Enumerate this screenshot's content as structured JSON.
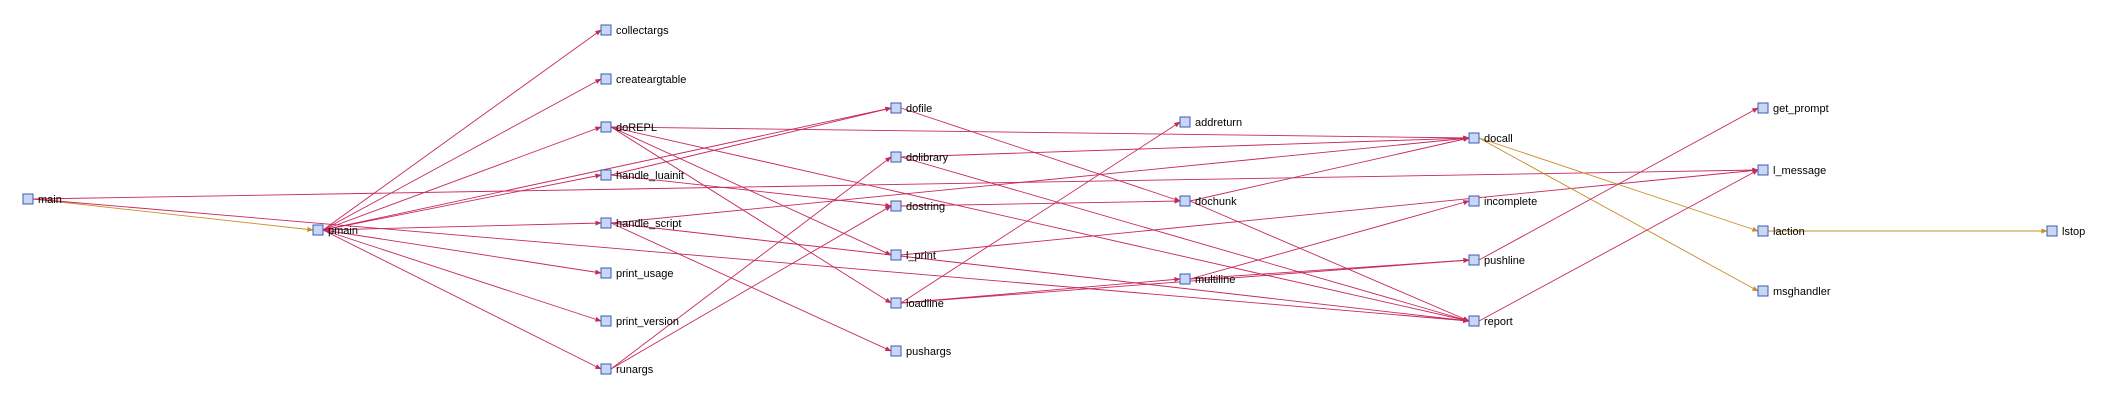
{
  "diagram": {
    "type": "call-graph",
    "colors": {
      "edge_default": "#c8285a",
      "edge_alt": "#c88c28",
      "node_fill": "#c8d8f4",
      "node_stroke": "#3c5ab4",
      "label": "#000000"
    },
    "nodes": [
      {
        "id": "main",
        "label": "main"
      },
      {
        "id": "pmain",
        "label": "pmain"
      },
      {
        "id": "collectargs",
        "label": "collectargs"
      },
      {
        "id": "createargtable",
        "label": "createargtable"
      },
      {
        "id": "doREPL",
        "label": "doREPL"
      },
      {
        "id": "handle_luainit",
        "label": "handle_luainit"
      },
      {
        "id": "handle_script",
        "label": "handle_script"
      },
      {
        "id": "print_usage",
        "label": "print_usage"
      },
      {
        "id": "print_version",
        "label": "print_version"
      },
      {
        "id": "runargs",
        "label": "runargs"
      },
      {
        "id": "dofile",
        "label": "dofile"
      },
      {
        "id": "dolibrary",
        "label": "dolibrary"
      },
      {
        "id": "dostring",
        "label": "dostring"
      },
      {
        "id": "l_print",
        "label": "l_print"
      },
      {
        "id": "loadline",
        "label": "loadline"
      },
      {
        "id": "pushargs",
        "label": "pushargs"
      },
      {
        "id": "addreturn",
        "label": "addreturn"
      },
      {
        "id": "dochunk",
        "label": "dochunk"
      },
      {
        "id": "multiline",
        "label": "multiline"
      },
      {
        "id": "docall",
        "label": "docall"
      },
      {
        "id": "incomplete",
        "label": "incomplete"
      },
      {
        "id": "pushline",
        "label": "pushline"
      },
      {
        "id": "report",
        "label": "report"
      },
      {
        "id": "get_prompt",
        "label": "get_prompt"
      },
      {
        "id": "l_message",
        "label": "l_message"
      },
      {
        "id": "laction",
        "label": "laction"
      },
      {
        "id": "msghandler",
        "label": "msghandler"
      },
      {
        "id": "lstop",
        "label": "lstop"
      }
    ],
    "edges": [
      {
        "from": "main",
        "to": "pmain",
        "color": "alt"
      },
      {
        "from": "main",
        "to": "l_message"
      },
      {
        "from": "main",
        "to": "report"
      },
      {
        "from": "pmain",
        "to": "collectargs"
      },
      {
        "from": "pmain",
        "to": "createargtable"
      },
      {
        "from": "pmain",
        "to": "doREPL"
      },
      {
        "from": "pmain",
        "to": "handle_luainit"
      },
      {
        "from": "pmain",
        "to": "handle_script"
      },
      {
        "from": "pmain",
        "to": "print_usage"
      },
      {
        "from": "pmain",
        "to": "print_version"
      },
      {
        "from": "pmain",
        "to": "runargs"
      },
      {
        "from": "pmain",
        "to": "dofile"
      },
      {
        "from": "doREPL",
        "to": "docall"
      },
      {
        "from": "doREPL",
        "to": "l_print"
      },
      {
        "from": "doREPL",
        "to": "loadline"
      },
      {
        "from": "doREPL",
        "to": "report"
      },
      {
        "from": "handle_luainit",
        "to": "dostring"
      },
      {
        "from": "handle_luainit",
        "to": "dofile"
      },
      {
        "from": "handle_script",
        "to": "docall"
      },
      {
        "from": "handle_script",
        "to": "pushargs"
      },
      {
        "from": "handle_script",
        "to": "report"
      },
      {
        "from": "runargs",
        "to": "dolibrary"
      },
      {
        "from": "runargs",
        "to": "dostring"
      },
      {
        "from": "dofile",
        "to": "dochunk"
      },
      {
        "from": "dolibrary",
        "to": "docall"
      },
      {
        "from": "dolibrary",
        "to": "report"
      },
      {
        "from": "dostring",
        "to": "dochunk"
      },
      {
        "from": "l_print",
        "to": "l_message"
      },
      {
        "from": "loadline",
        "to": "addreturn"
      },
      {
        "from": "loadline",
        "to": "multiline"
      },
      {
        "from": "loadline",
        "to": "pushline"
      },
      {
        "from": "dochunk",
        "to": "docall"
      },
      {
        "from": "dochunk",
        "to": "report"
      },
      {
        "from": "multiline",
        "to": "incomplete"
      },
      {
        "from": "multiline",
        "to": "pushline"
      },
      {
        "from": "docall",
        "to": "laction",
        "color": "alt"
      },
      {
        "from": "docall",
        "to": "msghandler",
        "color": "alt"
      },
      {
        "from": "pushline",
        "to": "get_prompt"
      },
      {
        "from": "report",
        "to": "l_message"
      },
      {
        "from": "laction",
        "to": "lstop",
        "color": "alt"
      }
    ]
  }
}
